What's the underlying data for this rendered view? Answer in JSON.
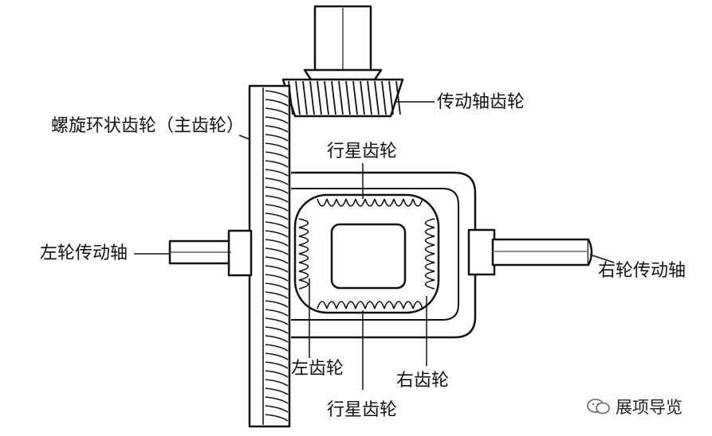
{
  "diagram": {
    "labels": {
      "drive_shaft_gear": "传动轴齿轮",
      "spiral_ring_gear": "螺旋环状齿轮（主齿轮）",
      "planet_gear_top": "行星齿轮",
      "left_axle": "左轮传动轴",
      "right_axle": "右轮传动轴",
      "left_gear": "左齿轮",
      "right_gear": "右齿轮",
      "planet_gear_bottom": "行星齿轮"
    },
    "watermark": {
      "text": "展项导览",
      "icon": "wechat-icon"
    },
    "colors": {
      "line": "#111111",
      "background": "#ffffff"
    }
  }
}
